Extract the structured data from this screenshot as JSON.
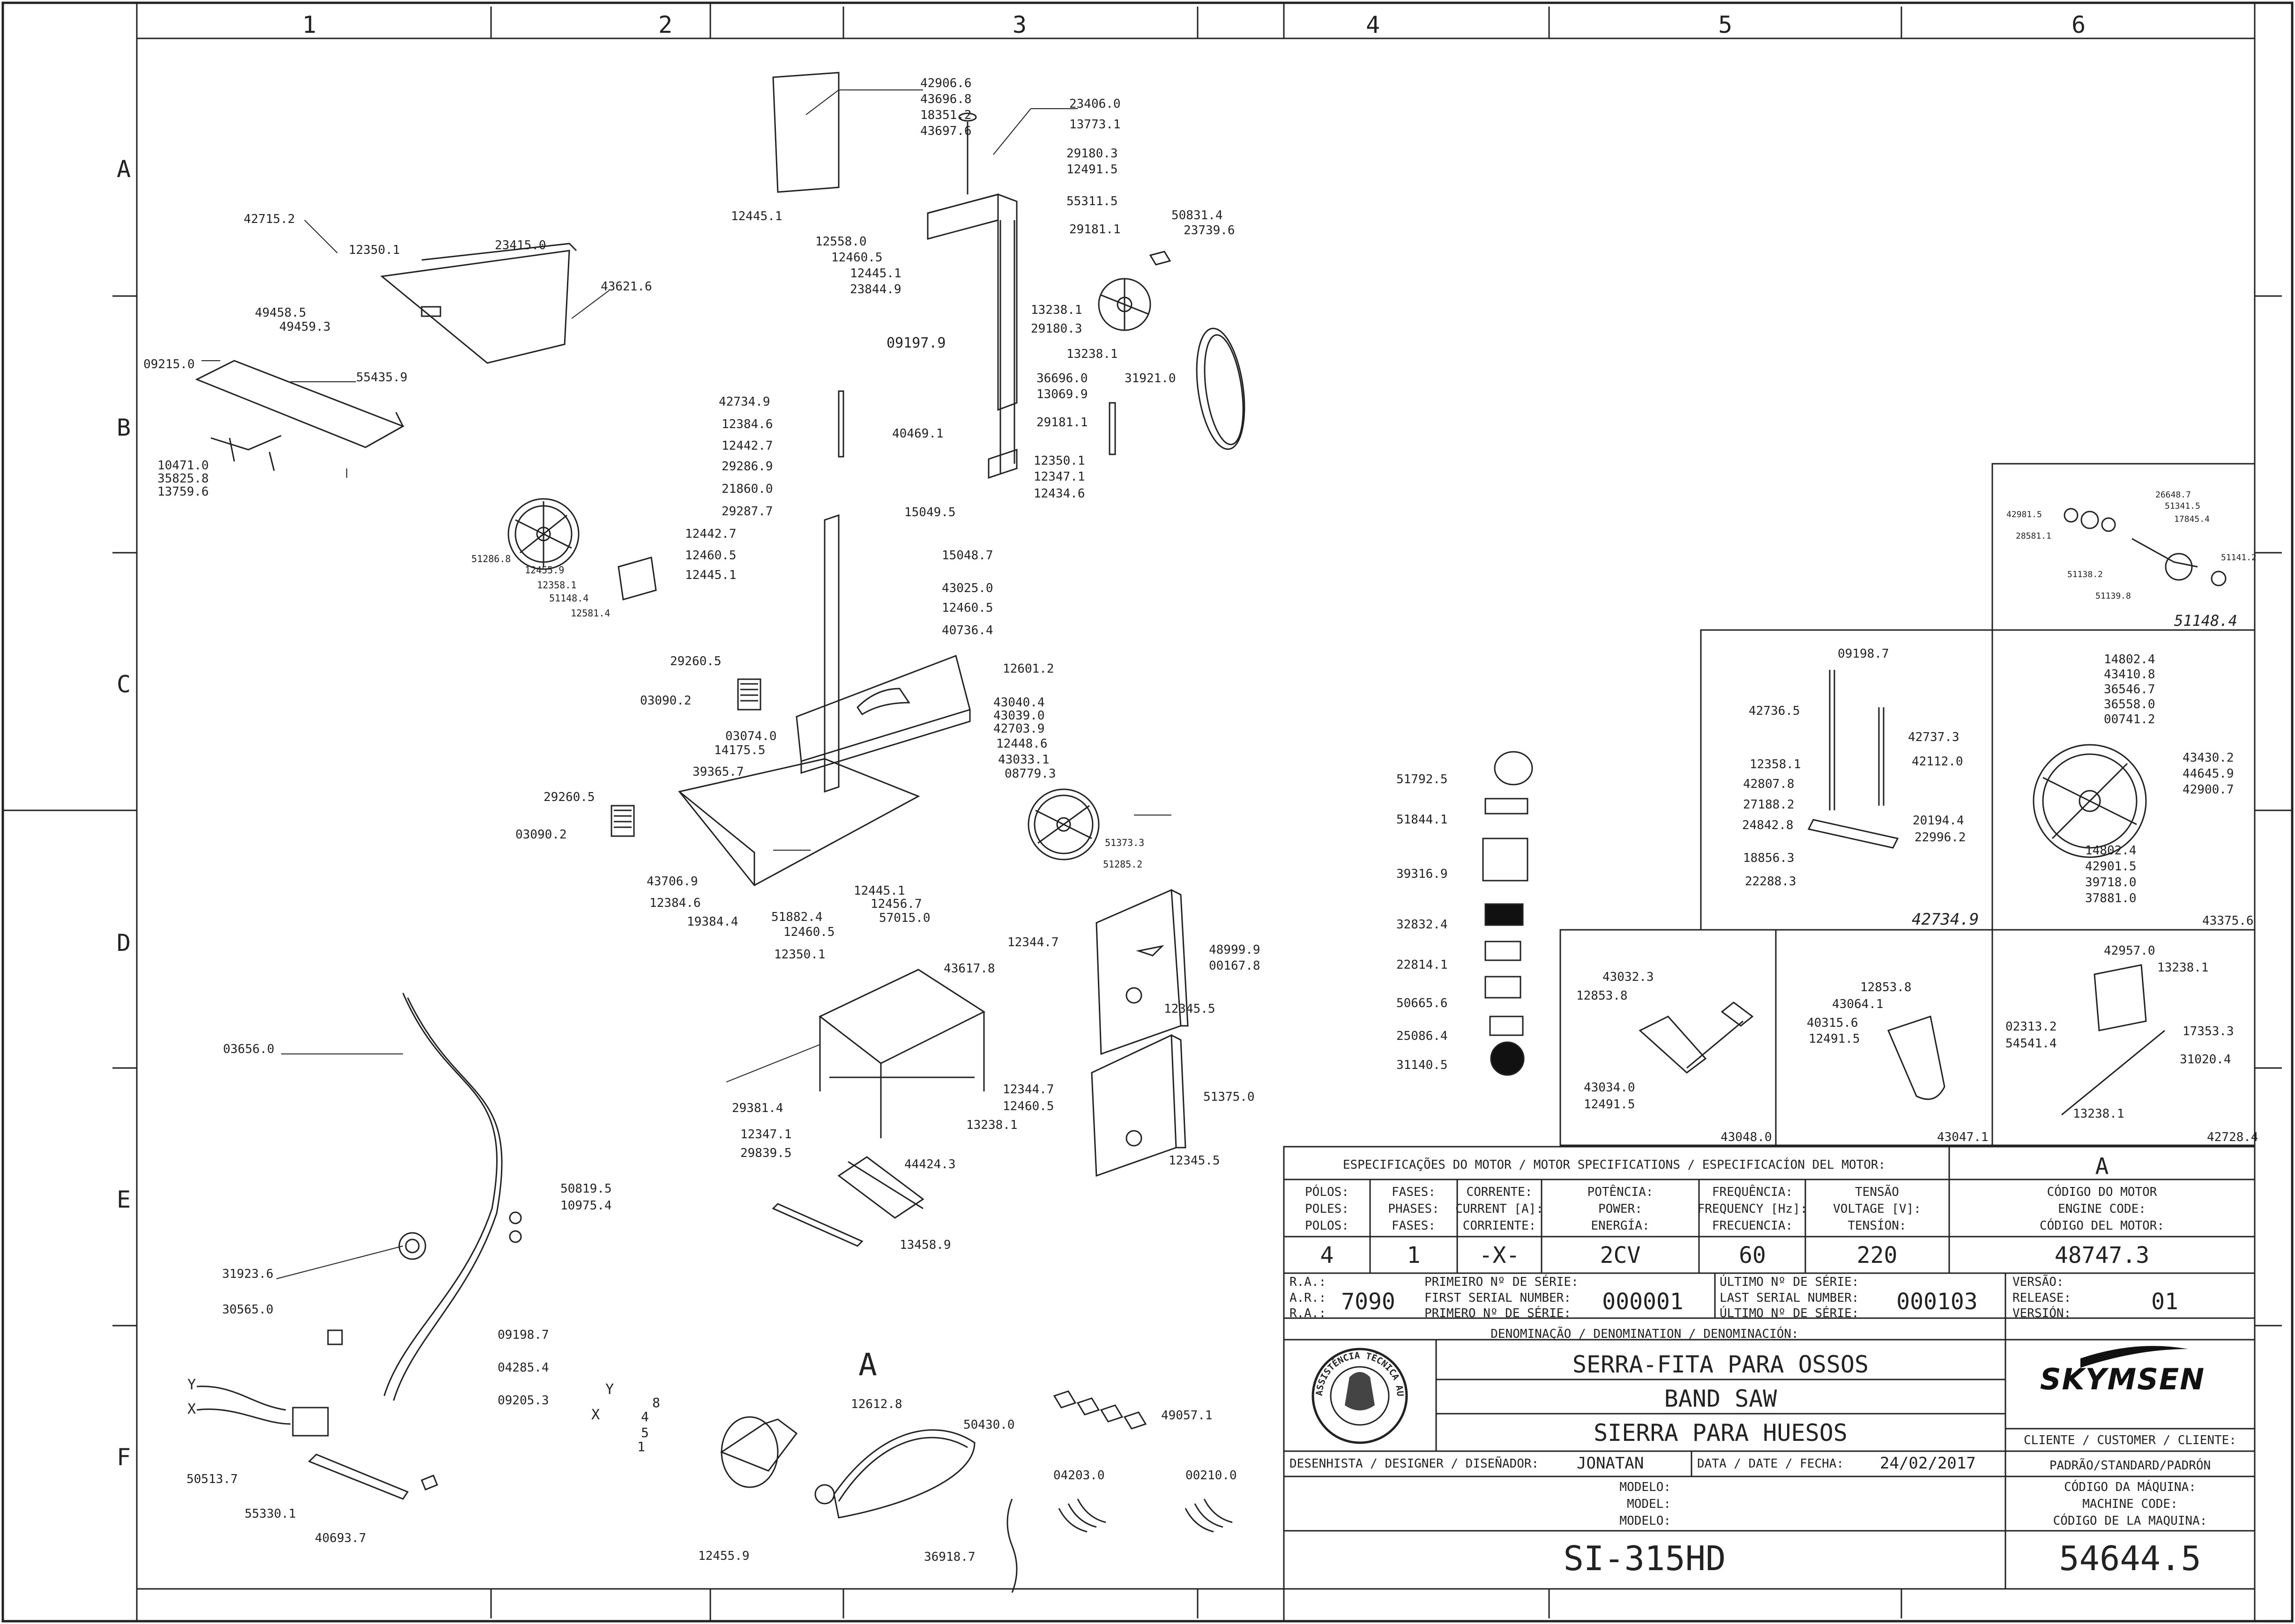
{
  "zones": {
    "cols": [
      "1",
      "2",
      "3",
      "4",
      "5",
      "6"
    ],
    "rows": [
      "A",
      "B",
      "C",
      "D",
      "E",
      "F"
    ]
  },
  "main_labels": [
    "42906.6",
    "43696.8",
    "18351.2",
    "43697.6",
    "12445.1",
    "23406.0",
    "13773.1",
    "29180.3",
    "12491.5",
    "55311.5",
    "29181.1",
    "12558.0",
    "12460.5",
    "12445.1",
    "23844.9",
    "50831.4",
    "23739.6",
    "13238.1",
    "29180.3",
    "13238.1",
    "09197.9",
    "40469.1",
    "36696.0",
    "13069.9",
    "31921.0",
    "29181.1",
    "12350.1",
    "12347.1",
    "12434.6",
    "42715.2",
    "12350.1",
    "23415.0",
    "43621.6",
    "49458.5",
    "49459.3",
    "09215.0",
    "55435.9",
    "10471.0",
    "35825.8",
    "13759.6",
    "42734.9",
    "12384.6",
    "12442.7",
    "29286.9",
    "21860.0",
    "29287.7",
    "15049.5",
    "12442.7",
    "12460.5",
    "12445.1",
    "15048.7",
    "43025.0",
    "12460.5",
    "40736.4",
    "12601.2",
    "51286.8",
    "12455.9",
    "12358.1",
    "51148.4",
    "12581.4",
    "29260.5",
    "03090.2",
    "03074.0",
    "14175.5",
    "39365.7",
    "43040.4",
    "43039.0",
    "42703.9",
    "12448.6",
    "43033.1",
    "08779.3",
    "29260.5",
    "03090.2",
    "43706.9",
    "12384.6",
    "19384.4",
    "51882.4",
    "12460.5",
    "12445.1",
    "12456.7",
    "57015.0",
    "51373.3",
    "51285.2",
    "12344.7",
    "48999.9",
    "00167.8",
    "12345.5",
    "12350.1",
    "43617.8",
    "29381.4",
    "12347.1",
    "29839.5",
    "13238.1",
    "12344.7",
    "12460.5",
    "51375.0",
    "12345.5",
    "44424.3",
    "13458.9",
    "03656.0",
    "50819.5",
    "10975.4",
    "31923.6",
    "30565.0",
    "09198.7",
    "04285.4",
    "09205.3",
    "Y",
    "X",
    "50513.7",
    "55330.1",
    "40693.7",
    "A",
    "12612.8",
    "50430.0",
    "Y",
    "X",
    "8",
    "4",
    "5",
    "1",
    "12455.9",
    "36918.7",
    "49057.1",
    "04203.0",
    "00210.0",
    "51792.5",
    "51844.1",
    "39316.9",
    "32832.4",
    "22814.1",
    "50665.6",
    "25086.4",
    "31140.5"
  ],
  "detail_boxes": [
    {
      "id": "51148.4",
      "labels": [
        "42981.5",
        "28581.1",
        "26648.7",
        "51341.5",
        "17845.4",
        "51138.2",
        "51139.8",
        "51141.2"
      ]
    },
    {
      "id": "42734.9",
      "labels": [
        "09198.7",
        "42736.5",
        "42737.3",
        "12358.1",
        "42807.8",
        "42112.0",
        "27188.2",
        "24842.8",
        "20194.4",
        "22996.2",
        "18856.3",
        "22288.3"
      ]
    },
    {
      "id": "43375.6",
      "labels": [
        "14802.4",
        "43410.8",
        "36546.7",
        "36558.0",
        "00741.2",
        "43430.2",
        "44645.9",
        "42900.7",
        "14802.4",
        "42901.5",
        "39718.0",
        "37881.0"
      ]
    },
    {
      "id": "43048.0",
      "labels": [
        "43032.3",
        "12853.8",
        "43034.0",
        "12491.5"
      ]
    },
    {
      "id": "43047.1",
      "labels": [
        "12853.8",
        "43064.1",
        "40315.6",
        "12491.5"
      ]
    },
    {
      "id": "42728.4",
      "labels": [
        "42957.0",
        "13238.1",
        "02313.2",
        "54541.4",
        "17353.3",
        "31020.4",
        "13238.1"
      ]
    }
  ],
  "title_block": {
    "motor_header": "ESPECIFICAÇÕES DO MOTOR / MOTOR SPECIFICATIONS / ESPECIFICACÍON DEL MOTOR:",
    "variant": "A",
    "columns": [
      {
        "label": [
          "PÓLOS:",
          "POLES:",
          "POLOS:"
        ],
        "value": "4"
      },
      {
        "label": [
          "FASES:",
          "PHASES:",
          "FASES:"
        ],
        "value": "1"
      },
      {
        "label": [
          "CORRENTE:",
          "CURRENT [A]:",
          "CORRIENTE:"
        ],
        "value": "-X-"
      },
      {
        "label": [
          "POTÊNCIA:",
          "POWER:",
          "ENERGÍA:"
        ],
        "value": "2CV"
      },
      {
        "label": [
          "FREQUÊNCIA:",
          "FREQUENCY [Hz]:",
          "FRECUENCIA:"
        ],
        "value": "60"
      },
      {
        "label": [
          "TENSÃO",
          "VOLTAGE [V]:",
          "TENSÍON:"
        ],
        "value": "220"
      }
    ],
    "engine_code_label": [
      "CÓDIGO DO MOTOR",
      "ENGINE CODE:",
      "CÓDIGO DEL MOTOR:"
    ],
    "engine_code": "48747.3",
    "ra_label": [
      "R.A.:",
      "A.R.:",
      "R.A.:"
    ],
    "ra_value": "7090",
    "first_serial_label": [
      "PRIMEIRO Nº DE SÉRIE:",
      "FIRST SERIAL NUMBER:",
      "PRIMERO Nº DE SÉRIE:"
    ],
    "first_serial": "000001",
    "last_serial_label": [
      "ÚLTIMO Nº DE SÉRIE:",
      "LAST SERIAL NUMBER:",
      "ÚLTIMO Nº DE SÉRIE:"
    ],
    "last_serial": "000103",
    "version_label": [
      "VERSÃO:",
      "RELEASE:",
      "VERSIÓN:"
    ],
    "version": "01",
    "denomination_header": "DENOMINAÇÃO / DENOMINATION / DENOMINACIÓN:",
    "names": [
      "SERRA-FITA PARA OSSOS",
      "BAND SAW",
      "SIERRA PARA HUESOS"
    ],
    "brand": "SKYMSEN",
    "seal_text": "ASSISTÊNCIA TÉCNICA AUTORIZADA",
    "customer_label": "CLIENTE / CUSTOMER / CLIENTE:",
    "customer": "PADRÃO/STANDARD/PADRÓN",
    "designer_label": "DESENHISTA / DESIGNER / DISEÑADOR:",
    "designer": "JONATAN",
    "date_label": "DATA / DATE / FECHA:",
    "date": "24/02/2017",
    "model_label": [
      "MODELO:",
      "MODEL:",
      "MODELO:"
    ],
    "machine_code_label": [
      "CÓDIGO DA MÁQUINA:",
      "MACHINE CODE:",
      "CÓDIGO DE LA MAQUINA:"
    ],
    "model": "SI-315HD",
    "machine_code": "54644.5"
  }
}
